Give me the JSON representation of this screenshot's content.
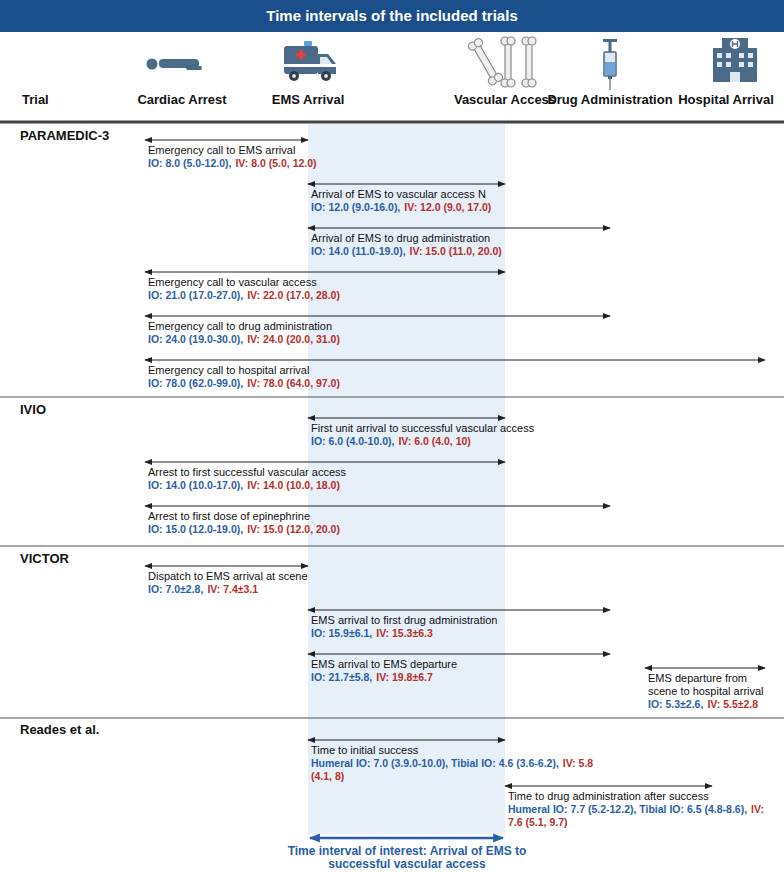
{
  "diagram": {
    "title": "Time intervals of the included trials",
    "labels": [
      "Trial",
      "Cardiac Arrest",
      "EMS Arrival",
      "Vascular Access",
      "Drug Administration",
      "Hospital Arrival",
      "PARAMEDIC-3",
      "Emergency call to EMS arrival",
      "IO: 8.0 (5.0-12.0),",
      "IV: 8.0 (5.0, 12.0)",
      "Arrival of EMS to vascular access N",
      "IO: 12.0 (9.0-16.0),",
      "IV: 12.0 (9.0, 17.0)",
      "Arrival of EMS to drug administration",
      "IO: 14.0 (11.0-19.0),",
      "IV: 15.0 (11.0, 20.0)",
      "Emergency call to vascular access",
      "IO: 21.0 (17.0-27.0),",
      "IV: 22.0 (17.0, 28.0)",
      "Emergency call to drug administration",
      "IO: 24.0 (19.0-30.0),",
      "IV: 24.0 (20.0, 31.0)",
      "Emergency call to hospital arrival",
      "IO: 78.0 (62.0-99.0),",
      "IV: 78.0 (64.0, 97.0)",
      "IVIO",
      "First unit arrival to successful vascular access",
      "IO: 6.0 (4.0-10.0),",
      "IV: 6.0 (4.0, 10)",
      "Arrest to first successful vascular access",
      "IO: 14.0 (10.0-17.0),",
      "IV: 14.0 (10.0, 18.0)",
      "Arrest to first dose of epinephrine",
      "IO: 15.0 (12.0-19.0),",
      "IV: 15.0 (12.0, 20.0)",
      "VICTOR",
      "Dispatch to EMS arrival at scene",
      "IO: 7.0±2.8,",
      "IV: 7.4±3.1",
      "EMS arrival to first drug administration",
      "IO: 15.9±6.1,",
      "IV: 15.3±6.3",
      "EMS arrival to EMS departure",
      "IO: 21.7±5.8,",
      "IV: 19.8±6.7",
      "EMS departure from scene to hospital arrival",
      "IO: 5.3±2.6,",
      "IV: 5.5±2.8",
      "Reades et al.",
      "Time to initial success",
      "Humeral IO: 7.0 (3.9.0-10.0), Tibial IO: 4.6 (3.6-6.2),",
      "IV: 5.8 (4.1, 8)",
      "Time to drug administration after success",
      "Humeral IO: 7.7 (5.2-12.2), Tibial IO: 6.5 (4.8-8.6),",
      "IV: 7.6 (5.1, 9.7)",
      "Time interval of interest: Arrival of EMS to successful vascular access"
    ]
  }
}
